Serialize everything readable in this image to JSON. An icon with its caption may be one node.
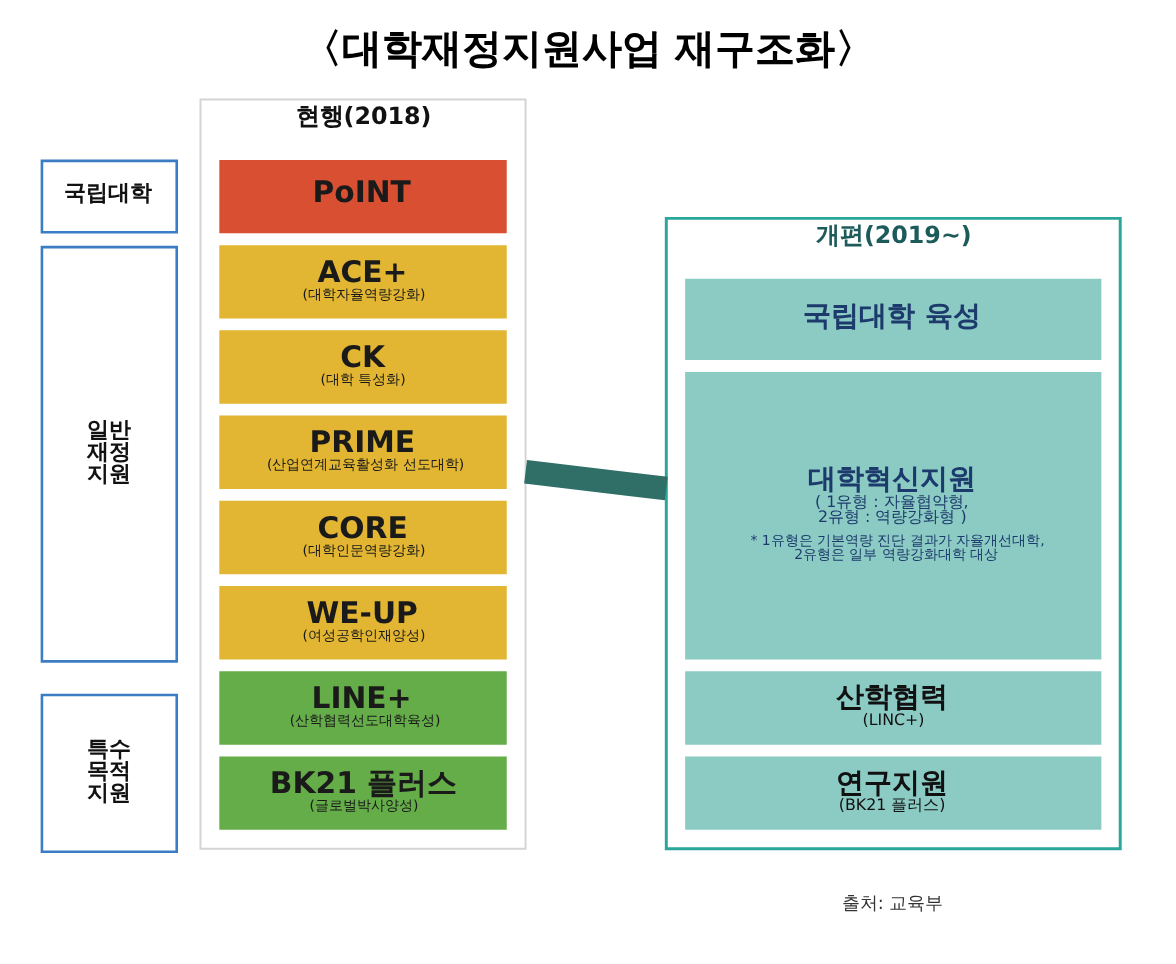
{
  "diagram": {
    "title": "〈대학재정지원사업 재구조화〉",
    "nodes": [
      {
        "text": [
          "국립대학"
        ]
      },
      {
        "text": [
          "일반 재정 지원"
        ]
      },
      {
        "text": [
          "특수 목적 지원"
        ]
      },
      {
        "text": [
          "현행(2018)"
        ]
      },
      {
        "text": [
          "PoINT"
        ],
        "in": 3
      },
      {
        "text": [
          "ACE+",
          "(대학자율역량강화)"
        ],
        "in": 3
      },
      {
        "text": [
          "CK",
          "(대학 특성화)"
        ],
        "in": 3
      },
      {
        "text": [
          "PRIME",
          "(산업연계교육활성화 선도대학)"
        ],
        "in": 3
      },
      {
        "text": [
          "CORE",
          "(대학인문역량강화)"
        ],
        "in": 3
      },
      {
        "text": [
          "WE-UP",
          "(여성공학인재양성)"
        ],
        "in": 3
      },
      {
        "text": [
          "LINE+",
          "(산학협력선도대학육성)"
        ],
        "in": 3
      },
      {
        "text": [
          "BK21 플러스",
          "(글로벌박사양성)"
        ],
        "in": 3
      },
      {
        "text": [
          "개편(2019~)"
        ]
      },
      {
        "text": [
          "국립대학 육성"
        ],
        "in": 12
      },
      {
        "text": [
          "대학혁신지원",
          "( 1유형 : 자율협약형, 2유형 : 역량강화형 )",
          "* 1유형은 기본역량 진단 결과가 자율개선대학, 2유형은 일부 역량강화대학 대상"
        ],
        "in": 12
      },
      {
        "text": [
          "산학협력",
          "(LINC+)"
        ],
        "in": 12
      },
      {
        "text": [
          "연구지원",
          "(BK21 플러스)"
        ],
        "in": 12
      }
    ],
    "edges": [
      {
        "from": 3,
        "to": 12,
        "arrow": "none"
      }
    ],
    "labels": [
      "출처: 교육부"
    ]
  }
}
